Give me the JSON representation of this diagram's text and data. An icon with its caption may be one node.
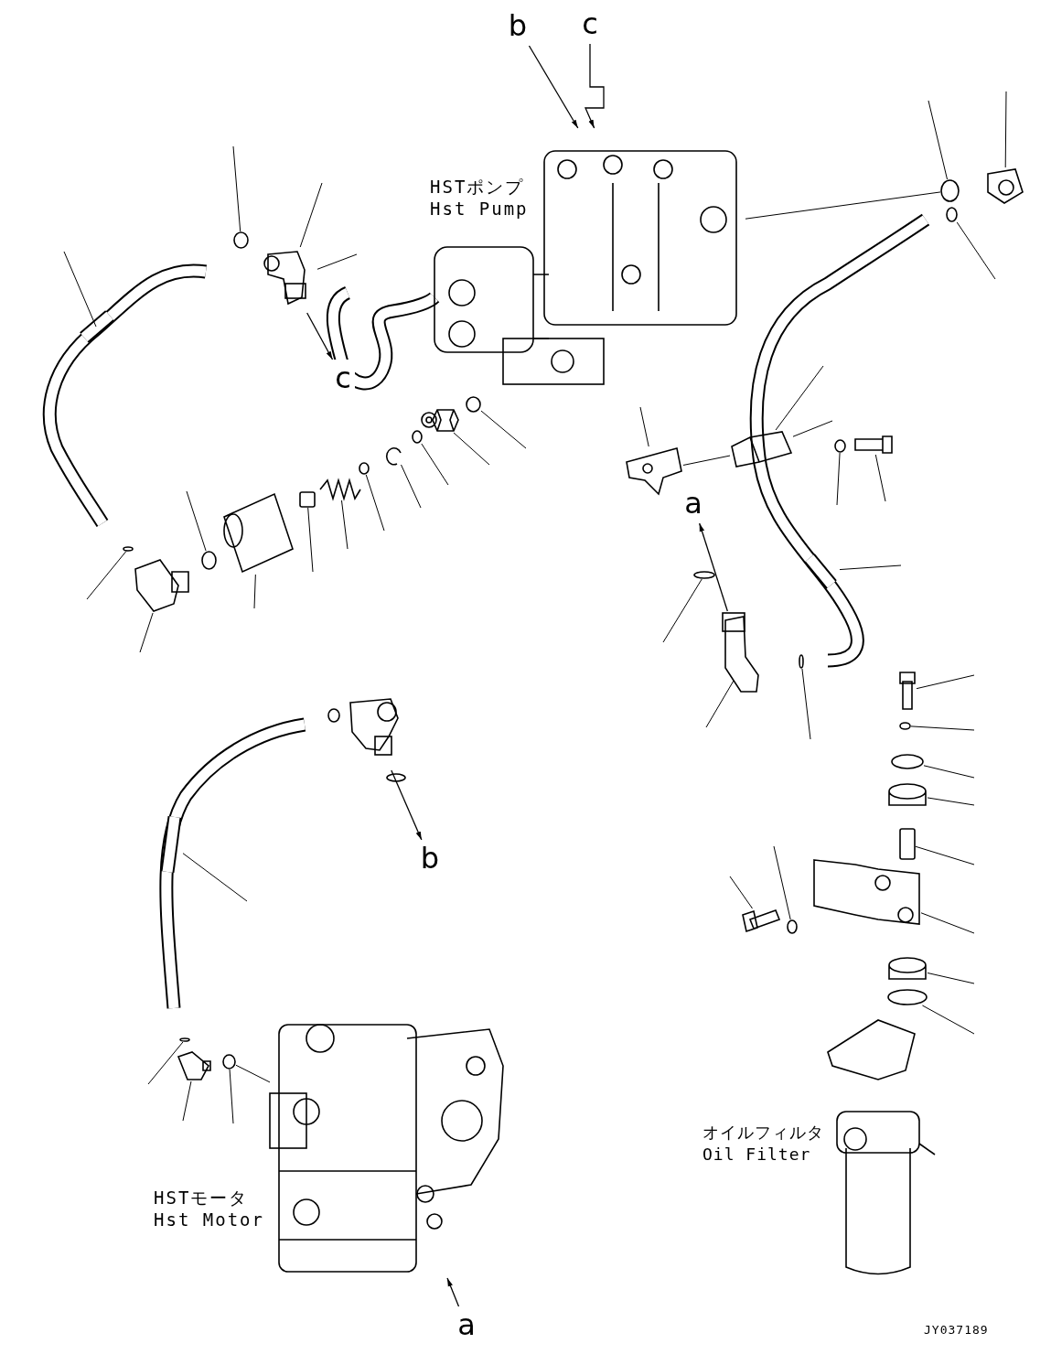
{
  "diagram": {
    "nodes": [
      {
        "text": [
          "b"
        ]
      },
      {
        "text": [
          "c"
        ]
      },
      {
        "text": [],
        "shape": "picture",
        "beside": [
          "HSTポンプ Hst Pump"
        ]
      },
      {
        "text": [
          "c"
        ]
      },
      {
        "text": [],
        "shape": "picture"
      },
      {
        "text": [
          "a"
        ]
      },
      {
        "text": [],
        "shape": "picture"
      },
      {
        "text": [],
        "shape": "picture"
      },
      {
        "text": [
          "b"
        ]
      },
      {
        "text": [],
        "shape": "picture",
        "beside": [
          "HSTモータ Hst Motor"
        ]
      },
      {
        "text": [
          "a"
        ]
      },
      {
        "text": [],
        "shape": "circle"
      },
      {
        "text": [],
        "shape": "circle"
      },
      {
        "text": [],
        "shape": "picture"
      },
      {
        "text": [],
        "shape": "circle"
      },
      {
        "text": [],
        "shape": "picture"
      },
      {
        "text": [],
        "shape": "picture"
      },
      {
        "text": [],
        "shape": "circle"
      },
      {
        "text": [],
        "shape": "picture"
      },
      {
        "text": [],
        "shape": "box"
      },
      {
        "text": [],
        "shape": "picture"
      },
      {
        "text": [],
        "shape": "circle"
      },
      {
        "text": [],
        "shape": "circle"
      },
      {
        "text": [],
        "shape": "picture"
      },
      {
        "text": [],
        "shape": "circle"
      },
      {
        "text": [],
        "shape": "picture"
      },
      {
        "text": [],
        "shape": "picture"
      },
      {
        "text": [],
        "shape": "picture"
      },
      {
        "text": [],
        "shape": "picture"
      },
      {
        "text": [],
        "shape": "circle"
      },
      {
        "text": [],
        "shape": "picture"
      },
      {
        "text": [],
        "shape": "circle"
      },
      {
        "text": [],
        "shape": "circle"
      },
      {
        "text": [],
        "shape": "picture"
      },
      {
        "text": [],
        "shape": "circle"
      },
      {
        "text": [],
        "shape": "circle"
      },
      {
        "text": [],
        "shape": "picture"
      },
      {
        "text": [],
        "shape": "box"
      },
      {
        "text": [],
        "shape": "picture"
      },
      {
        "text": [],
        "shape": "picture"
      },
      {
        "text": [],
        "shape": "circle"
      },
      {
        "text": [],
        "shape": "circle"
      },
      {
        "text": [],
        "shape": "picture"
      },
      {
        "text": [],
        "shape": "picture"
      },
      {
        "text": [],
        "shape": "circle"
      },
      {
        "text": [],
        "shape": "picture"
      },
      {
        "text": [],
        "shape": "circle"
      },
      {
        "text": [],
        "shape": "circle"
      }
    ],
    "edges": [
      {
        "from": 0,
        "to": 2,
        "arrow": "to"
      },
      {
        "from": 1,
        "to": 2,
        "arrow": "to"
      },
      {
        "from": 4,
        "to": 3,
        "arrow": "to"
      },
      {
        "from": 6,
        "to": 5,
        "arrow": "to"
      },
      {
        "from": 7,
        "to": 8,
        "arrow": "to"
      },
      {
        "from": 10,
        "to": 9,
        "arrow": "to"
      },
      {
        "from": 11,
        "to": 2,
        "arrow": "none"
      },
      {
        "from": null,
        "to": 4,
        "arrow": "none"
      },
      {
        "from": null,
        "to": 4,
        "arrow": "none"
      },
      {
        "from": 46,
        "to": 9,
        "arrow": "none"
      },
      {
        "from": null,
        "to": 12,
        "arrow": "none"
      },
      {
        "from": null,
        "to": 13,
        "arrow": "none"
      },
      {
        "from": null,
        "to": 14,
        "arrow": "none"
      },
      {
        "from": null,
        "to": 15,
        "arrow": "none"
      },
      {
        "from": null,
        "to": 47,
        "arrow": "none"
      },
      {
        "from": null,
        "to": 16,
        "arrow": "none"
      },
      {
        "from": null,
        "to": 17,
        "arrow": "none"
      },
      {
        "from": null,
        "to": 18,
        "arrow": "none"
      },
      {
        "from": null,
        "to": 19,
        "arrow": "none"
      },
      {
        "from": null,
        "to": 20,
        "arrow": "none"
      },
      {
        "from": null,
        "to": 21,
        "arrow": "none"
      },
      {
        "from": null,
        "to": 22,
        "arrow": "none"
      },
      {
        "from": null,
        "to": 23,
        "arrow": "none"
      },
      {
        "from": null,
        "to": 11,
        "arrow": "none"
      },
      {
        "from": null,
        "to": 25,
        "arrow": "none"
      },
      {
        "from": null,
        "to": 24,
        "arrow": "none"
      },
      {
        "from": null,
        "to": 26,
        "arrow": "none"
      },
      {
        "from": null,
        "to": 27,
        "arrow": "none"
      },
      {
        "from": 27,
        "to": 28,
        "arrow": "none"
      },
      {
        "from": null,
        "to": 28,
        "arrow": "none"
      },
      {
        "from": null,
        "to": 28,
        "arrow": "none"
      },
      {
        "from": null,
        "to": 29,
        "arrow": "none"
      },
      {
        "from": null,
        "to": 30,
        "arrow": "none"
      },
      {
        "from": null,
        "to": 31,
        "arrow": "none"
      },
      {
        "from": null,
        "to": 6,
        "arrow": "none"
      },
      {
        "from": null,
        "to": 32,
        "arrow": "none"
      },
      {
        "from": null,
        "to": 33,
        "arrow": "none"
      },
      {
        "from": null,
        "to": 34,
        "arrow": "none"
      },
      {
        "from": null,
        "to": 35,
        "arrow": "none"
      },
      {
        "from": null,
        "to": 36,
        "arrow": "none"
      },
      {
        "from": null,
        "to": 37,
        "arrow": "none"
      },
      {
        "from": null,
        "to": 38,
        "arrow": "none"
      },
      {
        "from": null,
        "to": 39,
        "arrow": "none"
      },
      {
        "from": null,
        "to": 40,
        "arrow": "none"
      },
      {
        "from": null,
        "to": 41,
        "arrow": "none"
      },
      {
        "from": null,
        "to": 42,
        "arrow": "none"
      },
      {
        "from": null,
        "to": 43,
        "arrow": "none"
      },
      {
        "from": null,
        "to": 44,
        "arrow": "none"
      },
      {
        "from": null,
        "to": 45,
        "arrow": "none"
      },
      {
        "from": null,
        "to": 46,
        "arrow": "none"
      }
    ],
    "labels": [
      "オイルフィルタ Oil Filter",
      "JY037189"
    ]
  }
}
